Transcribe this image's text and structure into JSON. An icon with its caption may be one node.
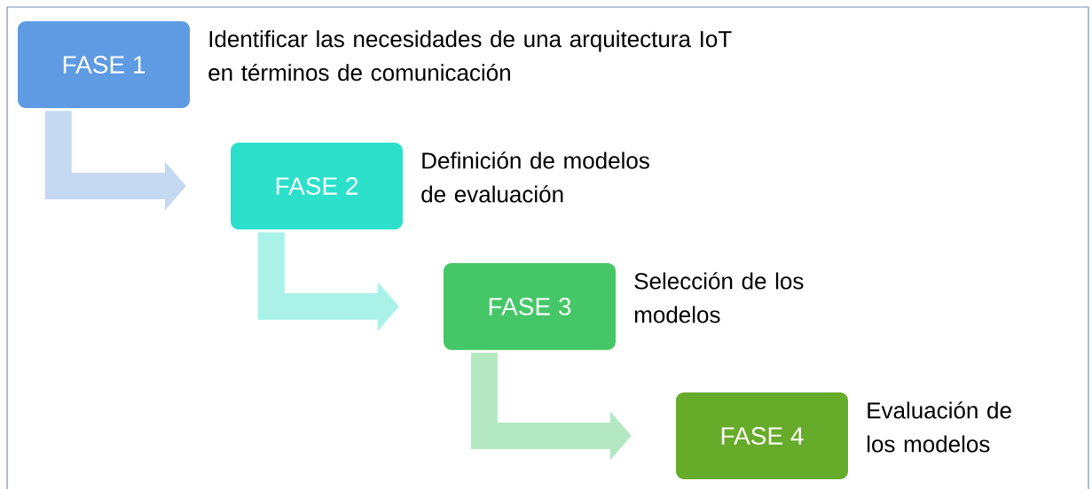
{
  "diagram": {
    "nodes": [
      {
        "text": [
          "FASE 1"
        ],
        "beside": [
          "Identificar las necesidades de una arquitectura IoT en términos de comunicación"
        ]
      },
      {
        "text": [
          "FASE 2"
        ],
        "beside": [
          "Definición de modelos de evaluación"
        ]
      },
      {
        "text": [
          "FASE 3"
        ],
        "beside": [
          "Selección de los modelos"
        ]
      },
      {
        "text": [
          "FASE 4"
        ],
        "beside": [
          "Evaluación de los modelos"
        ]
      }
    ],
    "edges": [
      {
        "from": 0,
        "to": 1,
        "arrow": "to",
        "color": "#c5d9f3"
      },
      {
        "from": 1,
        "to": 2,
        "arrow": "to",
        "color": "#aaf2e8"
      },
      {
        "from": 2,
        "to": 3,
        "arrow": "to",
        "color": "#b4e8c2"
      }
    ]
  }
}
